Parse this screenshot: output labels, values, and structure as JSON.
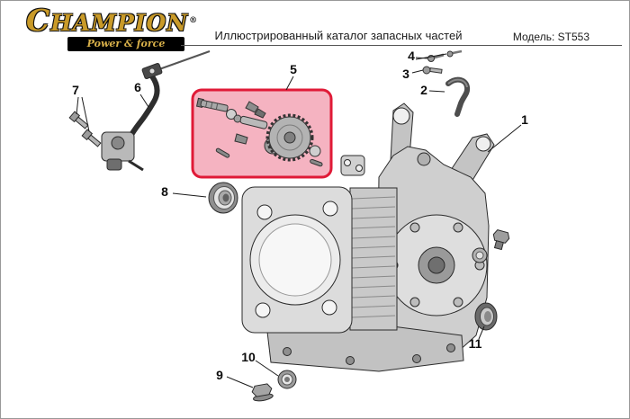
{
  "header": {
    "logo": {
      "brand": "CHAMPION",
      "registered": "®",
      "tagline": "Power & force"
    },
    "title": "Иллюстрированный каталог запасных частей",
    "model_label": "Модель:",
    "model_value": "ST553"
  },
  "diagram": {
    "highlight_border": "#e01a37",
    "highlight_fill": "#f5b3c1",
    "callouts": [
      {
        "number": "1"
      },
      {
        "number": "2"
      },
      {
        "number": "3"
      },
      {
        "number": "4"
      },
      {
        "number": "5"
      },
      {
        "number": "6"
      },
      {
        "number": "7"
      },
      {
        "number": "8"
      },
      {
        "number": "9"
      },
      {
        "number": "10"
      },
      {
        "number": "11"
      }
    ]
  }
}
